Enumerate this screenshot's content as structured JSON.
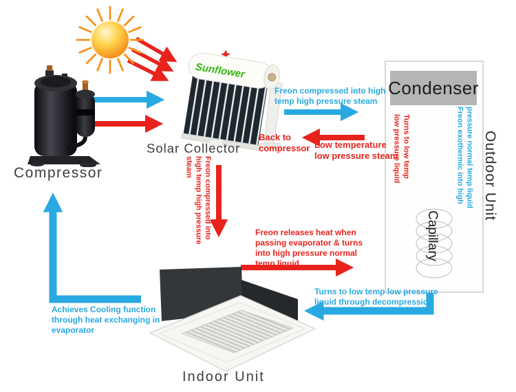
{
  "components": {
    "compressor": {
      "label": "Compressor"
    },
    "solar_collector": {
      "label": "Solar Collector",
      "brand": "Sunflower"
    },
    "outdoor_unit": {
      "label": "Outdoor Unit",
      "condenser_label": "Condenser",
      "capillary_label": "Capillary"
    },
    "indoor_unit": {
      "label": "Indoor Unit"
    }
  },
  "annotations": {
    "freon_compressed_steam_horizontal": {
      "text": "Freon compressed into high\ntemp high pressure steam",
      "color": "#29a9e1"
    },
    "back_to_compressor": {
      "text": "Back to\ncompressor",
      "color": "#e8231d"
    },
    "low_temp_low_pressure_steam": {
      "text": "Low temperature\nlow pressure steam",
      "color": "#e8231d"
    },
    "freon_compressed_steam_vertical": {
      "text": "Freon compressed into\nhigh temp high pressure\nsteam",
      "color": "#e8231d"
    },
    "turns_low_temp_liquid": {
      "text": "Turns to low temp\nlow pressure liquid",
      "color": "#e8231d"
    },
    "freon_exothermic": {
      "text": "Freon exothermic into high\npressure normal temp liquid",
      "color": "#29a9e1"
    },
    "freon_releases_heat": {
      "text": "Freon releases heat when\npassing evaporator & turns\ninto high pressure normal\ntemp liquid",
      "color": "#e8231d"
    },
    "turns_decompression": {
      "text": "Turns to low temp low pressure\nliquid through decompression",
      "color": "#29a9e1"
    },
    "achieves_cooling": {
      "text": "Achieves Cooling function\nthrough heat exchanging in\nevaporator",
      "color": "#29a9e1"
    }
  },
  "colors": {
    "arrow_blue": "#29a9e1",
    "arrow_red": "#e8231d",
    "condenser_fill": "#b5b5b5",
    "outdoor_box_border": "#d8d8d8",
    "label_text": "#3d3d3d",
    "sun_orange": "#f6921e",
    "brand_green": "#35b50f"
  }
}
